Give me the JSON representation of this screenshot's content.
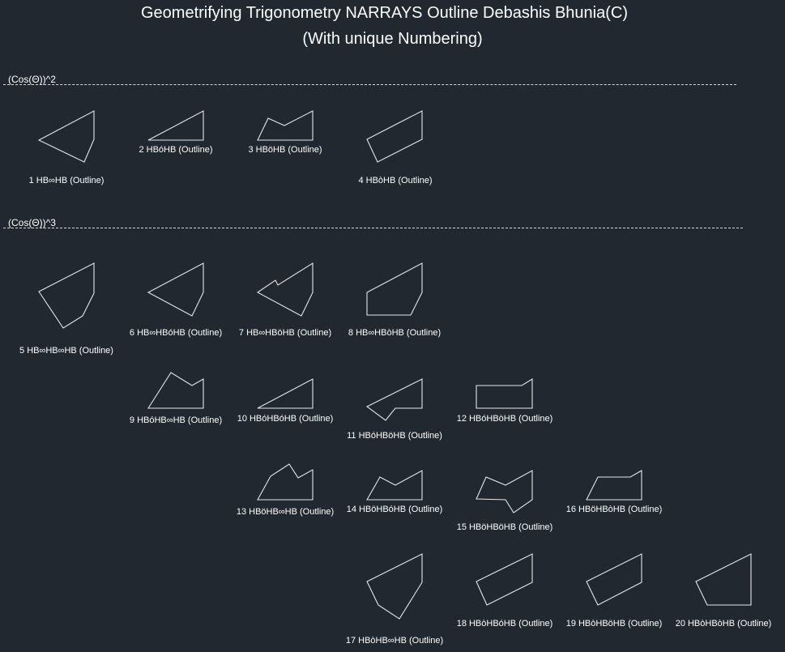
{
  "title_line1": "Geometrifying Trigonometry NARRAYS Outline Debashis Bhunia(C)",
  "title_line2": "(With unique Numbering)",
  "sections": [
    {
      "label": "(Cos(Θ))^2"
    },
    {
      "label": "(Cos(Θ))^3"
    }
  ],
  "shapes": [
    {
      "label": "1 HB∞HB (Outline)"
    },
    {
      "label": "2 HBóHB (Outline)"
    },
    {
      "label": "3 HBöHB (Outline)"
    },
    {
      "label": "4 HBòHB (Outline)"
    },
    {
      "label": "5 HB∞HB∞HB (Outline)"
    },
    {
      "label": "6 HB∞HBóHB (Outline)"
    },
    {
      "label": "7 HB∞HBöHB (Outline)"
    },
    {
      "label": "8 HB∞HBòHB (Outline)"
    },
    {
      "label": "9 HBóHB∞HB (Outline)"
    },
    {
      "label": "10 HBóHBóHB (Outline)"
    },
    {
      "label": "11 HBóHBöHB (Outline)"
    },
    {
      "label": "12 HBóHBòHB (Outline)"
    },
    {
      "label": "13 HBöHB∞HB (Outline)"
    },
    {
      "label": "14 HBöHBóHB (Outline)"
    },
    {
      "label": "15 HBöHBöHB (Outline)"
    },
    {
      "label": "16 HBöHBòHB (Outline)"
    },
    {
      "label": "17 HBòHB∞HB (Outline)"
    },
    {
      "label": "18 HBòHBóHB (Outline)"
    },
    {
      "label": "19 HBòHBöHB (Outline)"
    },
    {
      "label": "20 HBòHBòHB (Outline)"
    }
  ]
}
